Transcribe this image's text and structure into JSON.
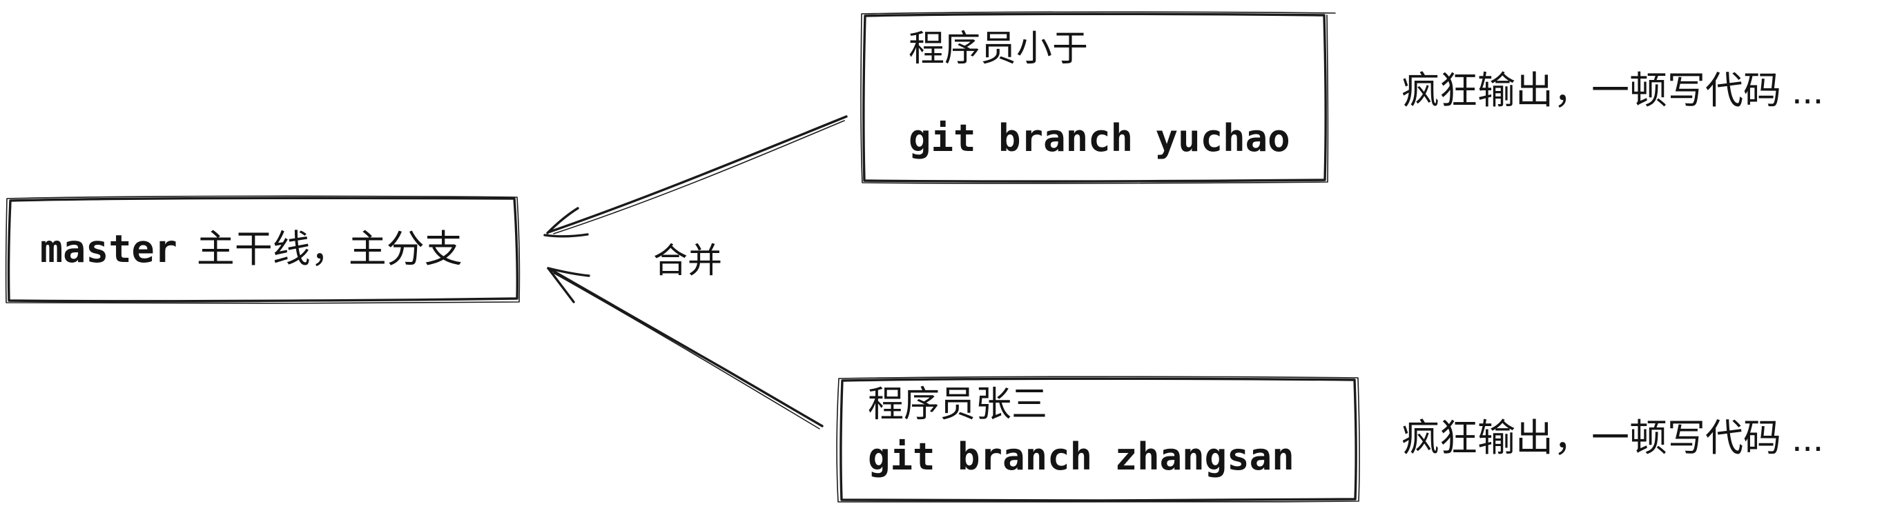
{
  "diagram": {
    "colors": {
      "ink": "#1a1a1a",
      "background": "#ffffff"
    },
    "master_box": {
      "branch": "master",
      "caption": "主干线，主分支"
    },
    "developer_boxes": [
      {
        "name": "程序员小于",
        "command": "git branch yuchao"
      },
      {
        "name": "程序员张三",
        "command": "git branch zhangsan"
      }
    ],
    "merge_label": "合并",
    "annotations": [
      "疯狂输出，一顿写代码 ...",
      "疯狂输出，一顿写代码 ..."
    ]
  }
}
